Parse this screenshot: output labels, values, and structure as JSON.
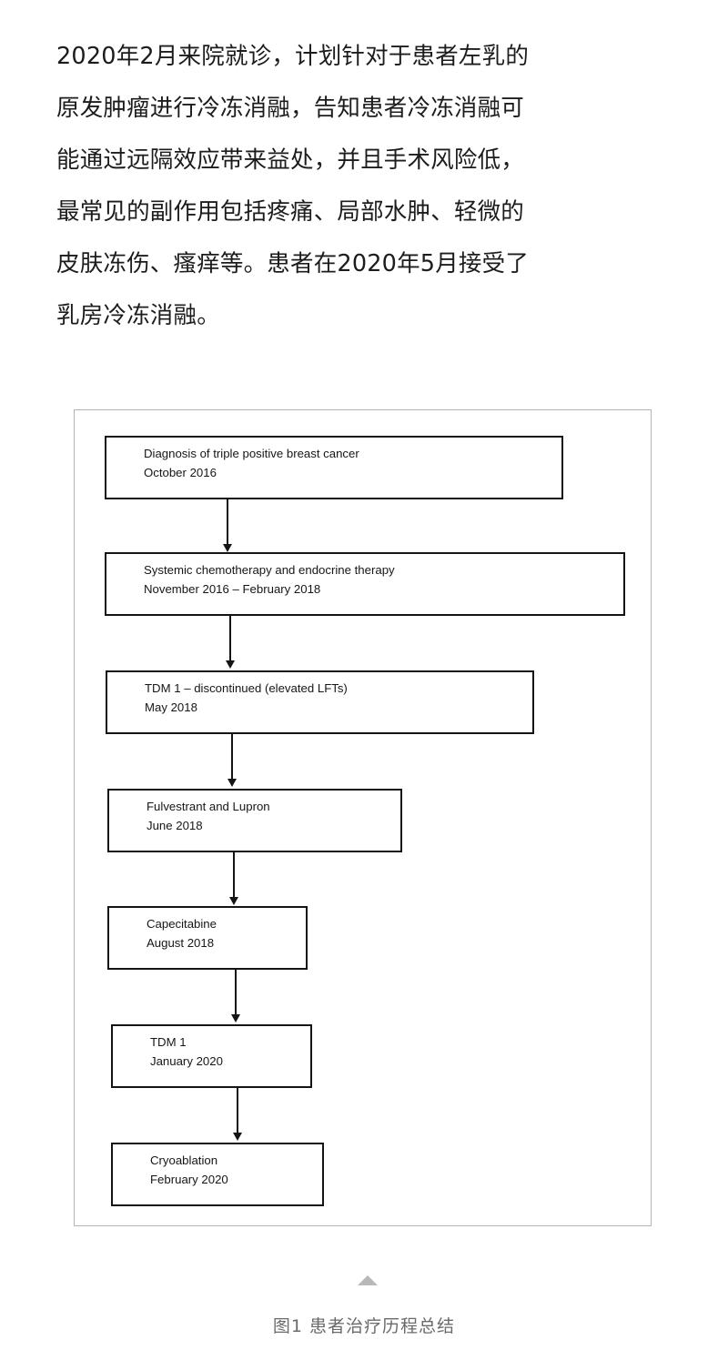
{
  "article": {
    "paragraph_lines": [
      "2020年2月来院就诊，计划针对于患者左乳的",
      "原发肿瘤进行冷冻消融，告知患者冷冻消融可",
      "能通过远隔效应带来益处，并且手术风险低，",
      "最常见的副作用包括疼痛、局部水肿、轻微的",
      "皮肤冻伤、瘙痒等。患者在2020年5月接受了",
      "乳房冷冻消融。"
    ]
  },
  "figure": {
    "caption": "图1  患者治疗历程总结",
    "flowchart": {
      "type": "flowchart",
      "orientation": "vertical-top-to-bottom",
      "nodes": [
        {
          "title": "Diagnosis of triple positive breast cancer",
          "date": "October 2016"
        },
        {
          "title": "Systemic chemotherapy and endocrine therapy",
          "date": "November 2016 – February 2018"
        },
        {
          "title": "TDM 1 – discontinued (elevated LFTs)",
          "date": "May 2018"
        },
        {
          "title": "Fulvestrant and Lupron",
          "date": "June 2018"
        },
        {
          "title": "Capecitabine",
          "date": "August 2018"
        },
        {
          "title": "TDM 1",
          "date": "January 2020"
        },
        {
          "title": "Cryoablation",
          "date": "February 2020"
        }
      ],
      "edges": [
        {
          "from": 0,
          "to": 1
        },
        {
          "from": 1,
          "to": 2
        },
        {
          "from": 2,
          "to": 3
        },
        {
          "from": 3,
          "to": 4
        },
        {
          "from": 4,
          "to": 5
        },
        {
          "from": 5,
          "to": 6
        }
      ]
    }
  },
  "colors": {
    "box_border": "#141414",
    "frame_border": "#b3b3b3",
    "text": "#161616",
    "caption_text": "#6b6b6b",
    "caret": "#b8b8b8"
  }
}
